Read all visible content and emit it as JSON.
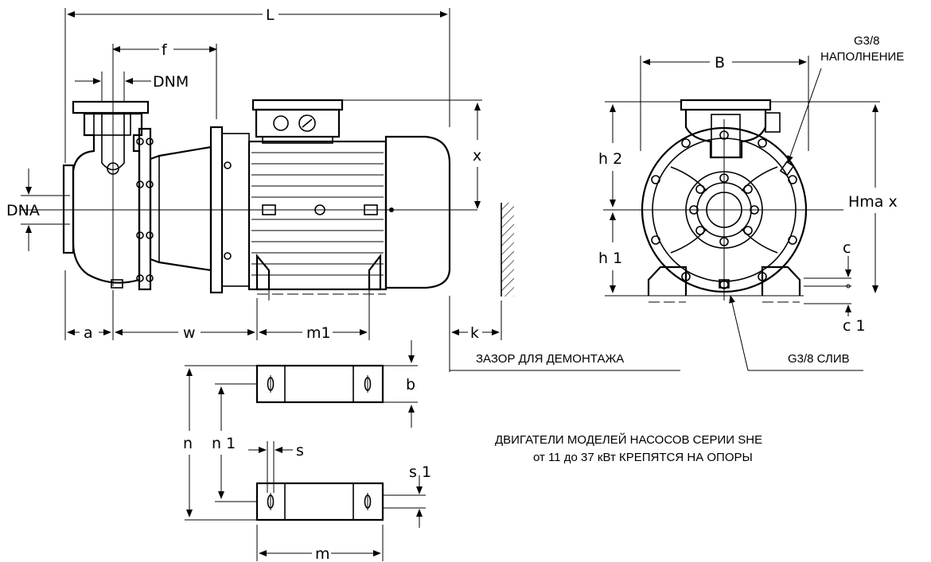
{
  "dimensions": {
    "L": "L",
    "f": "f",
    "DNM": "DNM",
    "DNA": "DNA",
    "x": "x",
    "a": "a",
    "w": "w",
    "m1": "m1",
    "k": "k",
    "B": "B",
    "h2": "h 2",
    "h1": "h 1",
    "Hmax": "Hma x",
    "c": "c",
    "c1": "c 1",
    "b": "b",
    "n": "n",
    "n1": "n 1",
    "s": "s",
    "s1": "s 1",
    "m": "m"
  },
  "annotations": {
    "fill_port_size": "G3/8",
    "fill_port_label": "НАПОЛНЕНИЕ",
    "removal_clearance": "ЗАЗОР ДЛЯ ДЕМОНТАЖА",
    "drain_port": "G3/8 СЛИВ",
    "motor_note_line1": "ДВИГАТЕЛИ МОДЕЛЕЙ НАСОСОВ СЕРИИ SHE",
    "motor_note_line2": "от 11 до 37 кВт КРЕПЯТСЯ НА ОПОРЫ"
  }
}
